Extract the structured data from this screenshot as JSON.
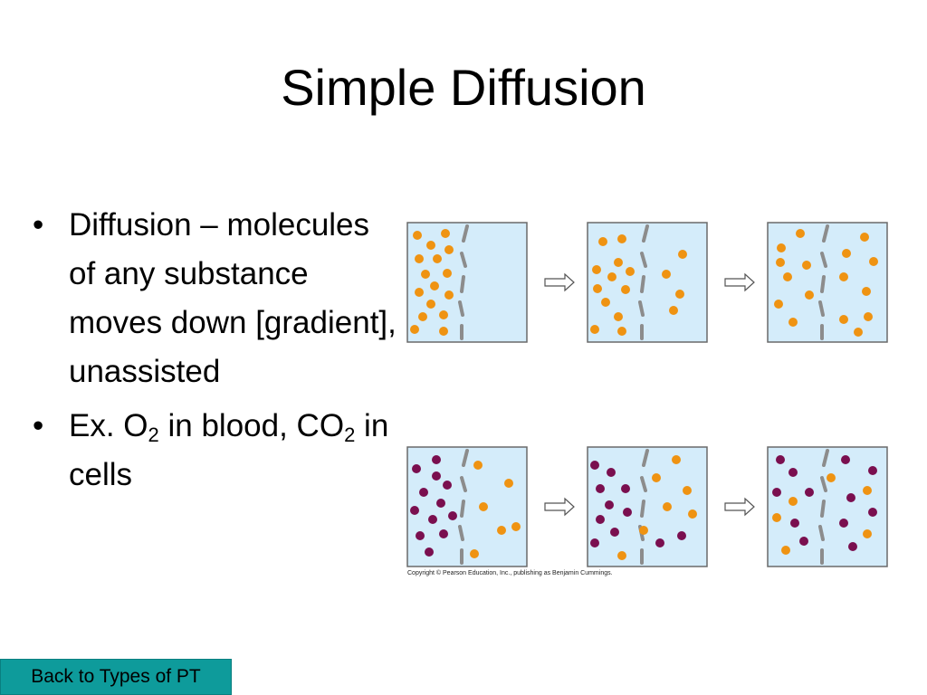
{
  "slide": {
    "title": "Simple Diffusion",
    "bullets": [
      {
        "text": "Diffusion – molecules of any substance moves down [gradient], unassisted"
      },
      {
        "parts": {
          "ex_prefix": "Ex. O",
          "sub_1": "2",
          "mid": " in blood, CO",
          "sub_2": "2",
          "suffix": " in cells"
        }
      }
    ],
    "bullet_glyph": "•"
  },
  "figure": {
    "copyright": "Copyright © Pearson Education, Inc., publishing as Benjamin Cummings.",
    "colors": {
      "panel_fill": "#d4ecfa",
      "panel_border": "#6a6a6a",
      "membrane": "#8c8c8c",
      "solute_orange": "#ef9312",
      "solute_purple": "#7a0f4f",
      "arrow": "#555555"
    }
  },
  "nav": {
    "back_label": "Back to Types of PT"
  }
}
